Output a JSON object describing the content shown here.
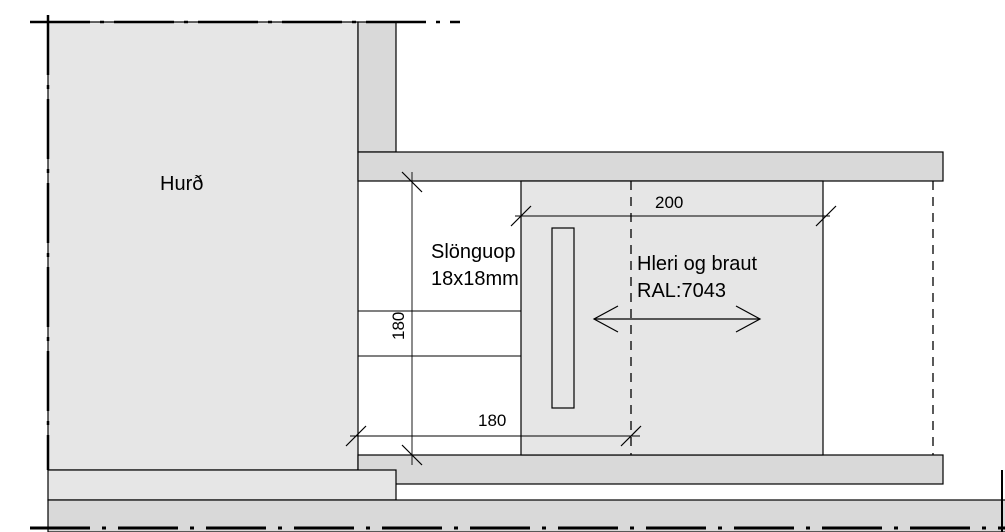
{
  "labels": {
    "door": "Hurð",
    "hose_opening_line1": "Slönguop",
    "hose_opening_line2": "18x18mm",
    "panel_line1": "Hleri og braut",
    "panel_line2": "RAL:7043"
  },
  "dimensions": {
    "top_width": "200",
    "left_height": "180",
    "bottom_width": "180"
  },
  "colors": {
    "fill_light": "#e6e6e6",
    "fill_mid": "#d9d9d9",
    "stroke": "#000000",
    "background": "#ffffff"
  }
}
